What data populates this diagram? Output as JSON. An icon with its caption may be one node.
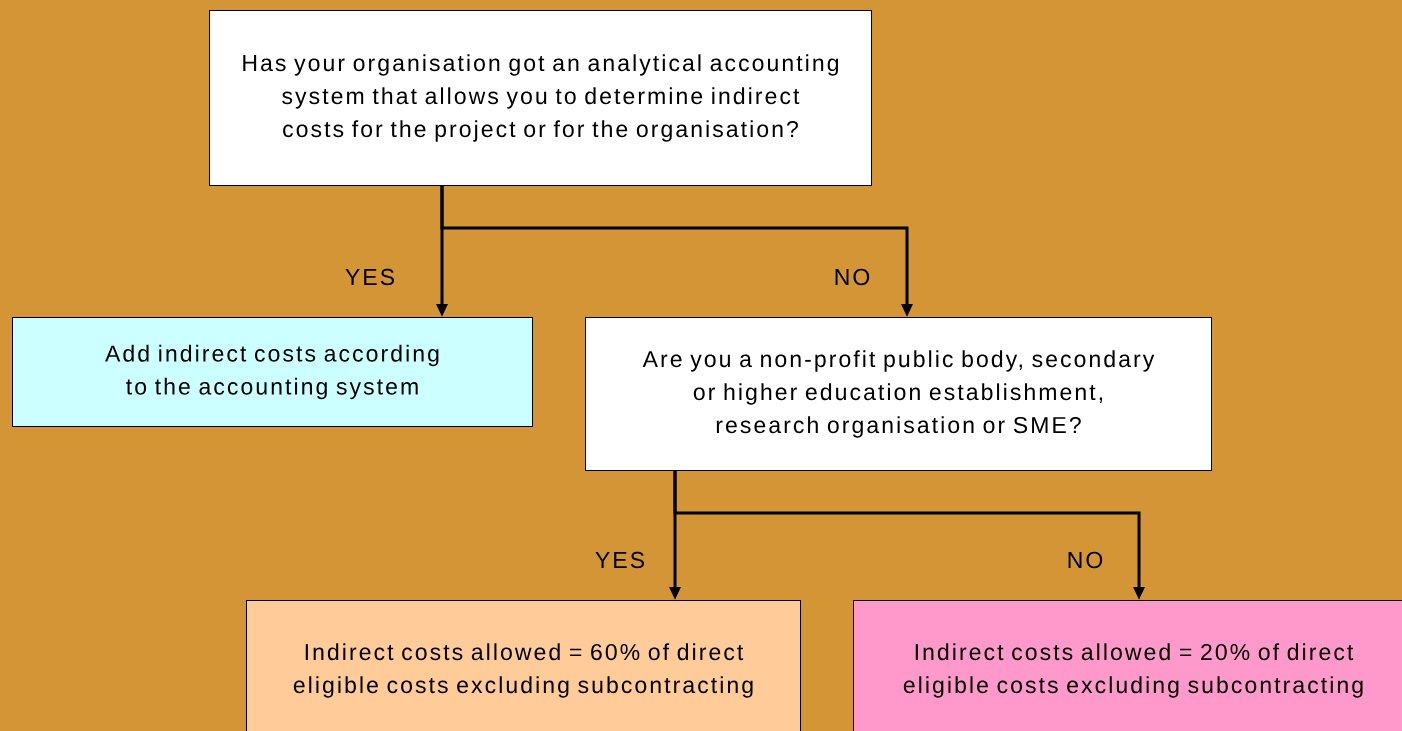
{
  "diagram": {
    "nodes": [
      {
        "text": [
          "Has your organisation got an analytical accounting system that allows you to determine indirect costs for the project or for the organisation?"
        ]
      },
      {
        "text": [
          "Add indirect costs according to the accounting system"
        ]
      },
      {
        "text": [
          "Are you a non-profit public body, secondary or higher education establishment, research organisation or SME?"
        ]
      },
      {
        "text": [
          "Indirect costs allowed = 60% of direct eligible costs excluding subcontracting"
        ]
      },
      {
        "text": [
          "Indirect costs allowed = 20% of direct eligible costs excluding subcontracting"
        ]
      }
    ],
    "edges": [
      {
        "from": 0,
        "to": 1,
        "arrow": "to",
        "label": "YES"
      },
      {
        "from": 0,
        "to": 2,
        "arrow": "to",
        "label": "NO"
      },
      {
        "from": 2,
        "to": 3,
        "arrow": "to",
        "label": "YES"
      },
      {
        "from": 2,
        "to": 4,
        "arrow": "to",
        "label": "NO"
      }
    ]
  }
}
